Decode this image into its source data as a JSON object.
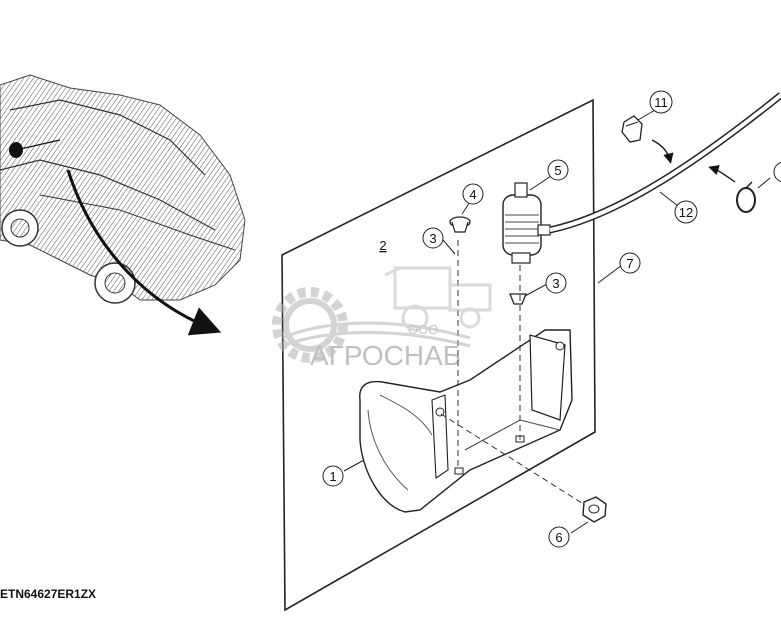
{
  "drawing_code": "ETN64627ER1ZX",
  "watermark": {
    "company_prefix": "ООО",
    "company_name": "АГРОСНАБ"
  },
  "callouts": [
    {
      "id": "c1",
      "label": "1"
    },
    {
      "id": "c2",
      "label": "2"
    },
    {
      "id": "c3a",
      "label": "3"
    },
    {
      "id": "c3b",
      "label": "3"
    },
    {
      "id": "c4",
      "label": "4"
    },
    {
      "id": "c5",
      "label": "5"
    },
    {
      "id": "c6",
      "label": "6"
    },
    {
      "id": "c7",
      "label": "7"
    },
    {
      "id": "c11",
      "label": "11"
    },
    {
      "id": "c12",
      "label": "12"
    }
  ],
  "colors": {
    "line": "#222222",
    "watermark": "#b9b9b9",
    "callout_fill": "#ffffff"
  }
}
